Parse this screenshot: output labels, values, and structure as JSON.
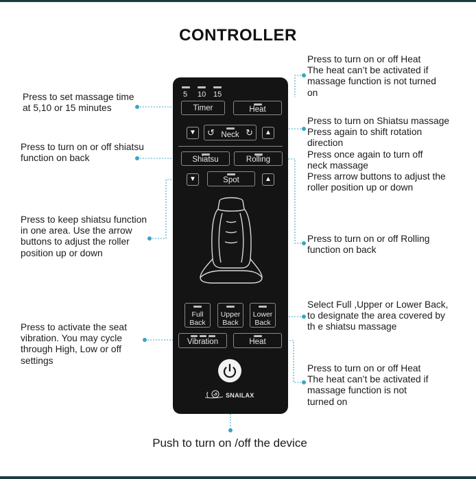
{
  "title": "CONTROLLER",
  "notes": {
    "heat_top": [
      "Press to turn on or off Heat",
      "The heat can’t be activated if",
      "massage function is not turned",
      "on"
    ],
    "timer": [
      "Press to set massage time",
      "at 5,10 or 15 minutes"
    ],
    "shiatsu_neck": [
      "Press to turn on Shiatsu massage",
      "Press again to shift rotation",
      "direction",
      "Press once again to turn off",
      "neck massage",
      "Press arrow buttons to adjust the",
      "roller position up or down"
    ],
    "shiatsu_back": [
      "Press to turn on or off shiatsu",
      "function on back"
    ],
    "spot": [
      "Press to keep shiatsu function",
      "in one area. Use the arrow",
      "buttons to adjust the roller",
      "position up or down"
    ],
    "rolling": [
      "Press to turn on  or off Rolling",
      "function on back"
    ],
    "zones": [
      "Select Full ,Upper or Lower Back,",
      " to designate the area covered by",
      " th e shiatsu massage"
    ],
    "vibration": [
      "Press to activate the seat",
      "vibration. You may cycle",
      "through High, Low or off",
      "settings"
    ],
    "heat_bottom": [
      "Press to turn on or off Heat",
      "The heat can’t be activated if",
      "massage function is not",
      "turned on"
    ],
    "power": "Push to turn on /off the device"
  },
  "remote": {
    "timer_values": [
      "5",
      "10",
      "15"
    ],
    "timer_label": "Timer",
    "heat_label": "Heat",
    "neck_label": "Neck",
    "shiatsu_label": "Shiatsu",
    "rolling_label": "Rolling",
    "spot_label": "Spot",
    "full_back": [
      "Full",
      "Back"
    ],
    "upper_back": [
      "Upper",
      "Back"
    ],
    "lower_back": [
      "Lower",
      "Back"
    ],
    "vibration_label": "Vibration",
    "heat2_label": "Heat",
    "brand": "SNAILAX"
  },
  "colors": {
    "leader": "#3aa3c9",
    "remote_body": "#141414",
    "frame": "#1c3b3f"
  }
}
